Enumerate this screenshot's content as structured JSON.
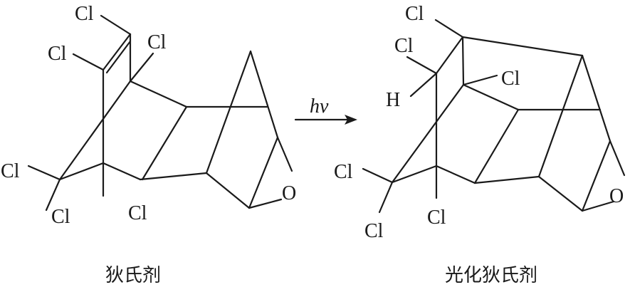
{
  "reactant": {
    "name": "狄氏剂",
    "atoms": {
      "cl_top": "Cl",
      "cl_left": "Cl",
      "cl_right": "Cl",
      "cl_ll": "Cl",
      "cl_lb": "Cl",
      "cl_bottom": "Cl",
      "oxygen": "O"
    }
  },
  "arrow": {
    "label": "hv"
  },
  "product": {
    "name": "光化狄氏剂",
    "atoms": {
      "cl_top": "Cl",
      "cl_left": "Cl",
      "h": "H",
      "cl_right": "Cl",
      "cl_ll": "Cl",
      "cl_lb": "Cl",
      "cl_bottom": "Cl",
      "oxygen": "O"
    }
  }
}
